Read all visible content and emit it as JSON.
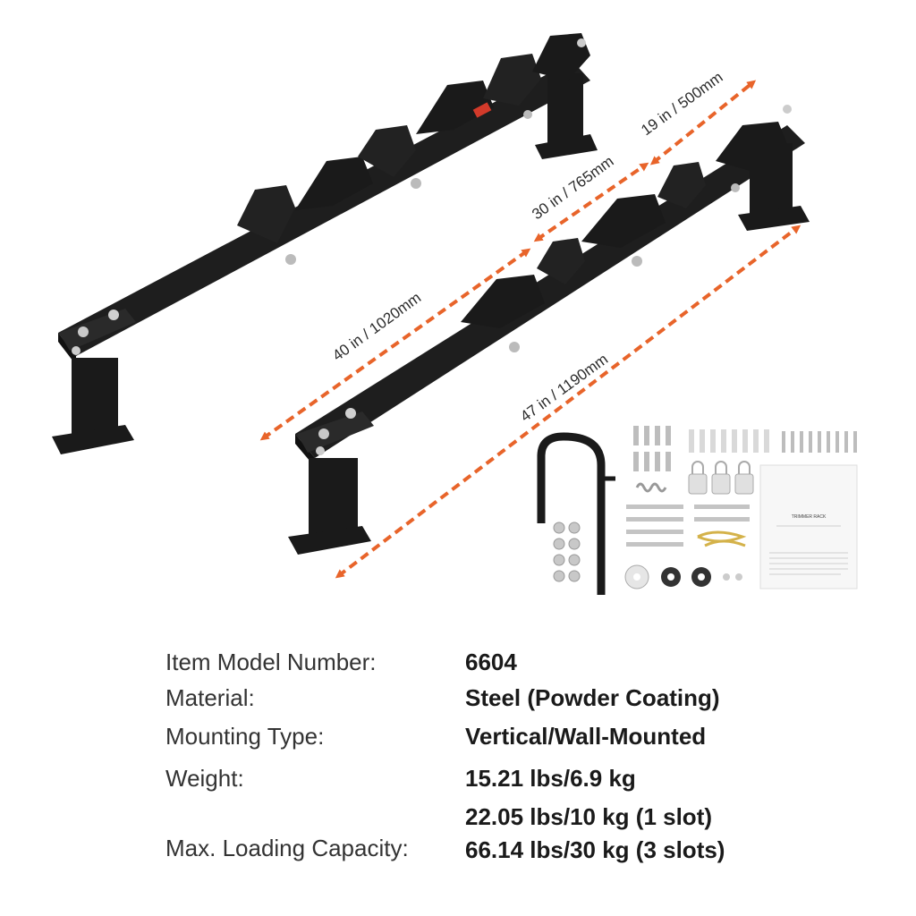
{
  "dimensions": {
    "d1": "19 in / 500mm",
    "d2": "30 in / 765mm",
    "d3": "40 in / 1020mm",
    "d4": "47 in / 1190mm"
  },
  "manual": {
    "title": "TRIMMER RACK"
  },
  "specs": {
    "model_label": "Item Model Number:",
    "model_value": "6604",
    "material_label": "Material:",
    "material_value": "Steel (Powder Coating)",
    "mounting_label": "Mounting Type:",
    "mounting_value": "Vertical/Wall-Mounted",
    "weight_label": "Weight:",
    "weight_value": "15.21 lbs/6.9 kg",
    "capacity_label": "Max. Loading Capacity:",
    "capacity_value_1": "22.05 lbs/10 kg (1 slot)",
    "capacity_value_2": "66.14 lbs/30 kg (3 slots)"
  },
  "colors": {
    "steel": "#1e1e1e",
    "arrow": "#e8642a"
  }
}
